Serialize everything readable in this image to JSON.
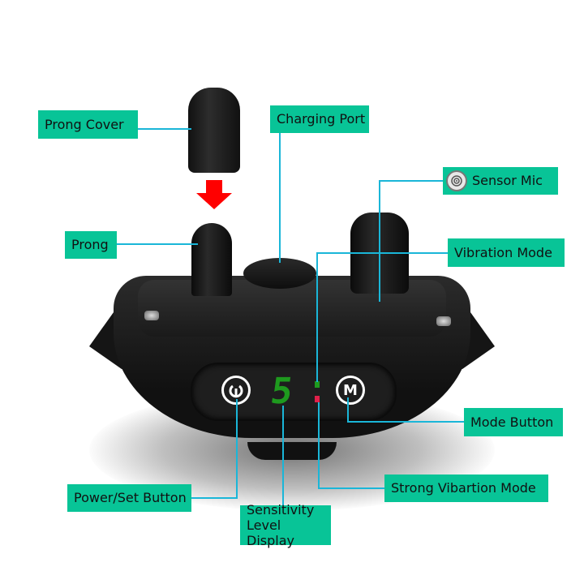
{
  "colors": {
    "label_bg": "#08c497",
    "leader_line": "#1ab6d8",
    "display_green": "#1e9a1e",
    "indicator_red": "#e0204a",
    "arrow_red": "#ff0000"
  },
  "labels": {
    "prong_cover": "Prong Cover",
    "charging_port": "Charging Port",
    "sensor_mic": "Sensor Mic",
    "prong": "Prong",
    "vibration_mode": "Vibration Mode",
    "mode_button": "Mode Button",
    "power_set_button": "Power/Set Button",
    "sensitivity_line1": "Sensitivity",
    "sensitivity_line2": "Level Display",
    "strong_vibration_mode": "Strong Vibartion Mode"
  },
  "device": {
    "display_value": "5",
    "mode_button_glyph": "M",
    "power_icon": "power-icon"
  }
}
